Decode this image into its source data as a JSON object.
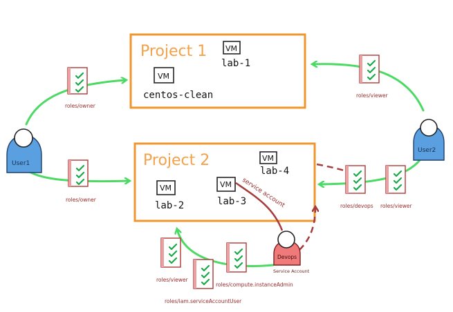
{
  "projects": [
    {
      "title": "Project 1",
      "vms": [
        {
          "badge": "VM",
          "name": "lab-1"
        },
        {
          "badge": "VM",
          "name": "centos-clean"
        }
      ]
    },
    {
      "title": "Project 2",
      "vms": [
        {
          "badge": "VM",
          "name": "lab-4"
        },
        {
          "badge": "VM",
          "name": "lab-2"
        },
        {
          "badge": "VM",
          "name": "lab-3"
        }
      ]
    }
  ],
  "users": {
    "user1": "User1",
    "user2": "User2",
    "devops": "Devops",
    "devops_caption": "Service Account"
  },
  "roles": {
    "user1_p1": "roles/owner",
    "user1_p2": "roles/owner",
    "user2_p1": "roles/viewer",
    "user2_devops": "roles/devops",
    "user2_viewer": "roles/viewer",
    "sa_viewer": "roles/viewer",
    "sa_iam": "roles/iam.serviceAccountUser",
    "sa_compute": "roles/compute.instanceAdmin"
  },
  "edges": {
    "service_account": "service account"
  },
  "colors": {
    "project_border": "#f0962e",
    "grant_arrow": "#4cd964",
    "service_account_link": "#a63b3b",
    "user_blue": "#5a9fdf",
    "user_red": "#f07a7a"
  }
}
